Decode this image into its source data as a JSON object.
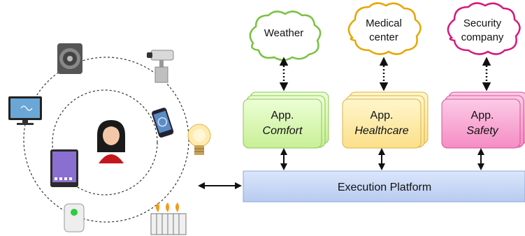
{
  "colors": {
    "comfort": "#d8f5b0",
    "comfort_edge": "#8fc45a",
    "healthcare": "#fde9a3",
    "healthcare_edge": "#d9b44a",
    "safety": "#f9a9d4",
    "safety_edge": "#d4549c",
    "platform": "#c9d8f5",
    "platform_edge": "#8ea8d8",
    "cloud_weather": "#7ac143",
    "cloud_medical": "#e8a500",
    "cloud_security": "#d4197c"
  },
  "services": {
    "weather": [
      "Weather"
    ],
    "medical": [
      "Medical",
      "center"
    ],
    "security": [
      "Security",
      "company"
    ]
  },
  "apps": {
    "comfort": {
      "prefix": "App.",
      "name": "Comfort"
    },
    "healthcare": {
      "prefix": "App.",
      "name": "Healthcare"
    },
    "safety": {
      "prefix": "App.",
      "name": "Safety"
    }
  },
  "platform": {
    "label": "Execution Platform"
  },
  "devices": [
    "speaker-icon",
    "camera-icon",
    "tv-icon",
    "phone-icon",
    "bulb-icon",
    "tablet-icon",
    "sensor-icon",
    "heater-icon",
    "user-icon"
  ]
}
